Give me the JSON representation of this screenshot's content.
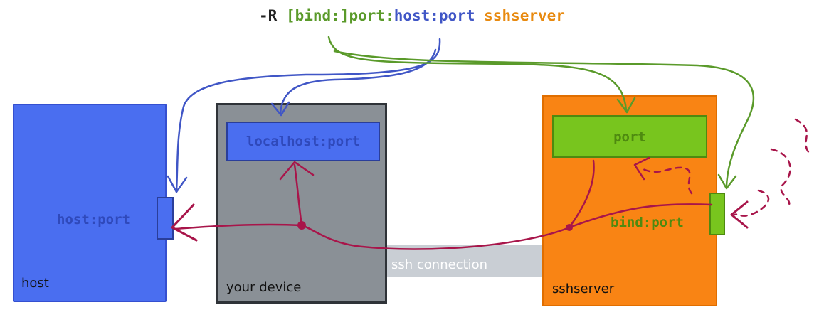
{
  "command": {
    "flag": "-R",
    "bind_port": "[bind:]port:",
    "host_port": "host:port",
    "sshserver": "sshserver"
  },
  "boxes": {
    "host": {
      "caption": "host",
      "port_label": "host:port"
    },
    "device": {
      "caption": "your device",
      "inner_label": "localhost:port"
    },
    "sshserver": {
      "caption": "sshserver",
      "inner_label": "port",
      "bind_label": "bind:port"
    }
  },
  "connection": {
    "label": "ssh connection"
  },
  "colors": {
    "host_blue": "#4a6ef0",
    "device_gray": "#8a9096",
    "server_orange": "#f98414",
    "port_green": "#78c51e",
    "arrow_blue": "#4056c6",
    "arrow_green": "#5a9a2a",
    "tunnel_crimson": "#a8154a",
    "connection_gray": "#c9ced4"
  }
}
